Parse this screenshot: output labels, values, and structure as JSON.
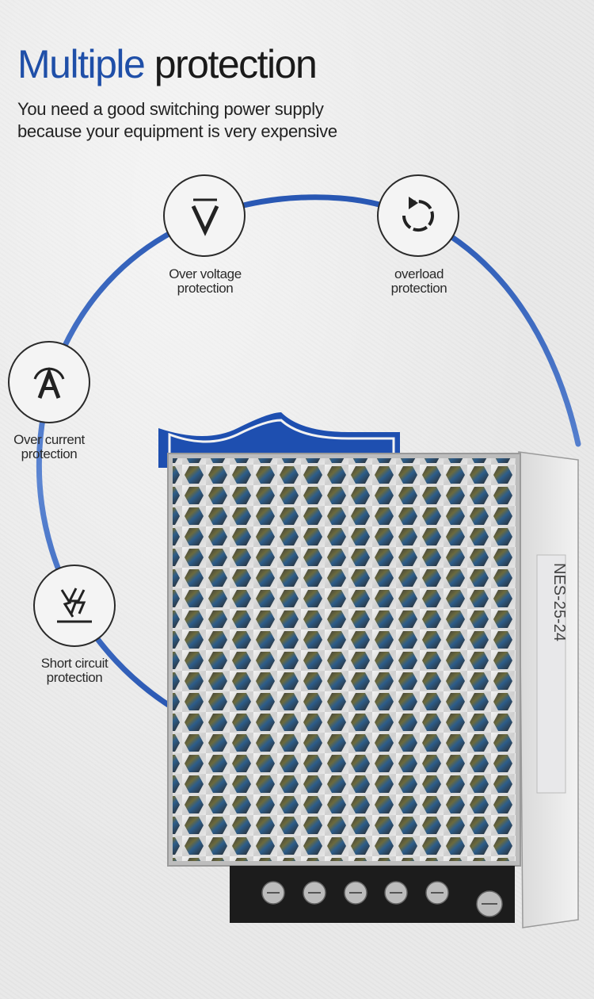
{
  "header": {
    "title_highlight": "Multiple",
    "title_rest": "protection",
    "subtitle_line1": "You need a good switching power supply",
    "subtitle_line2": "because your equipment is very expensive"
  },
  "features": [
    {
      "icon": "over-voltage-icon",
      "line1": "Over voltage",
      "line2": "protection"
    },
    {
      "icon": "overload-icon",
      "line1": "overload",
      "line2": "protection"
    },
    {
      "icon": "over-current-icon",
      "line1": "Over current",
      "line2": "protection"
    },
    {
      "icon": "short-circuit-icon",
      "line1": "Short circuit",
      "line2": "protection"
    }
  ],
  "product": {
    "model_label": "NES-25-24"
  },
  "colors": {
    "accent_blue": "#1f4fa8",
    "text_dark": "#1a1a1a",
    "ring_blue": "#1e4fb0"
  }
}
